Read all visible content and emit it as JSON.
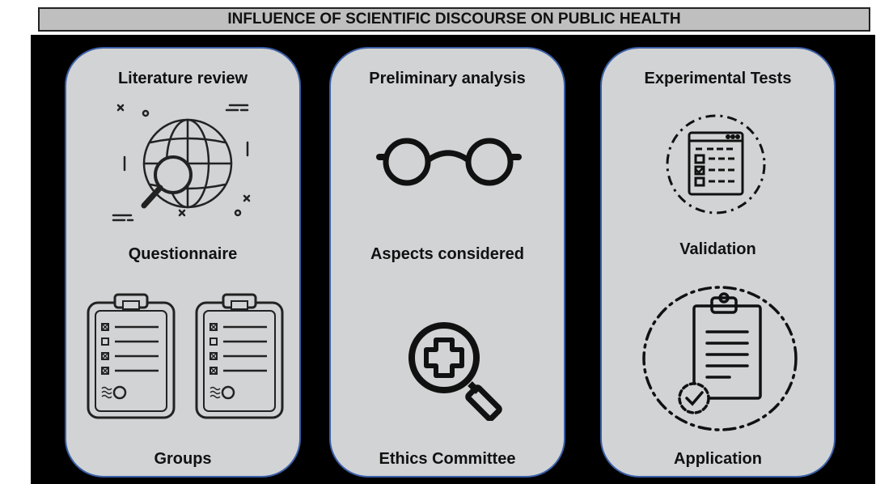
{
  "title": "INFLUENCE OF SCIENTIFIC DISCOURSE ON PUBLIC HEALTH",
  "panels": [
    {
      "labels": [
        "Literature review",
        "Questionnaire",
        "Groups"
      ],
      "icons": [
        "globe-search-icon",
        "clipboard-checklist-icon",
        "clipboard-checklist-icon"
      ]
    },
    {
      "labels": [
        "Preliminary analysis",
        "Aspects considered",
        "Ethics Committee"
      ],
      "icons": [
        "glasses-icon",
        "medical-search-icon"
      ]
    },
    {
      "labels": [
        "Experimental Tests",
        "Validation",
        "Application"
      ],
      "icons": [
        "checklist-window-icon",
        "clipboard-approval-icon"
      ]
    }
  ],
  "colors": {
    "panel_fill": "#d1d3d4",
    "panel_border": "#3b5fa7",
    "title_fill": "#bfbfbf",
    "background": "#000000"
  }
}
